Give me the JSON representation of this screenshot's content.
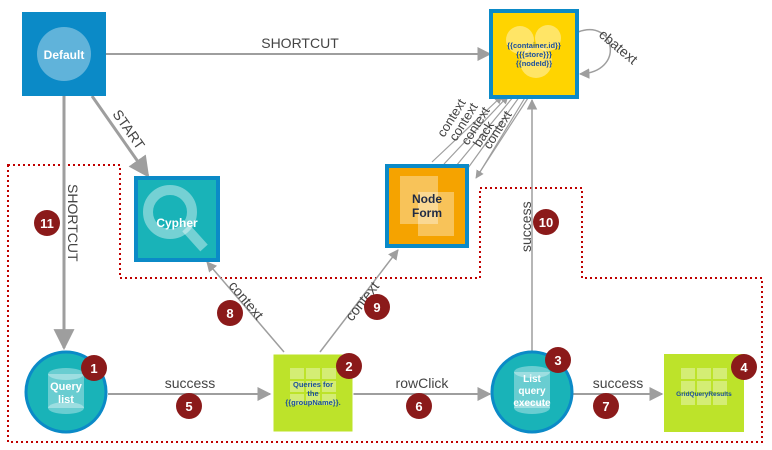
{
  "nodes": {
    "default": {
      "label": "Default"
    },
    "cypher": {
      "label": "Cypher"
    },
    "node_form": {
      "label_line1": "Node",
      "label_line2": "Form"
    },
    "container": {
      "line1": "{{container.id}}",
      "line2": "{{{store}}}",
      "line3": "{{nodeId}}"
    },
    "query_list": {
      "line1": "Query",
      "line2": "list"
    },
    "queries_for": {
      "line1": "Queries for",
      "line2": "the",
      "line3": "{{groupName}}."
    },
    "list_query_execute": {
      "line1": "List",
      "line2": "query",
      "line3": "execute"
    },
    "grid_query_results": {
      "label": "GridQueryResults"
    }
  },
  "edges": {
    "shortcut_top": "SHORTCUT",
    "start": "START",
    "shortcut_left": "SHORTCUT",
    "success_5": "success",
    "row_click": "rowClick",
    "success_7": "success",
    "context_8": "context",
    "context_9": "context",
    "success_10": "success",
    "context_multi": [
      "context",
      "context",
      "context",
      "back",
      "context"
    ],
    "self_loop": "cbatext"
  },
  "badges": [
    "1",
    "2",
    "3",
    "4",
    "5",
    "6",
    "7",
    "8",
    "9",
    "10",
    "11"
  ],
  "colors": {
    "blue": "#0b8ac7",
    "teal": "#19b3b8",
    "yellow": "#ffd400",
    "orange": "#f5a300",
    "lime": "#bde32a",
    "badge": "#8b1a1a",
    "dotted": "#c00000"
  }
}
